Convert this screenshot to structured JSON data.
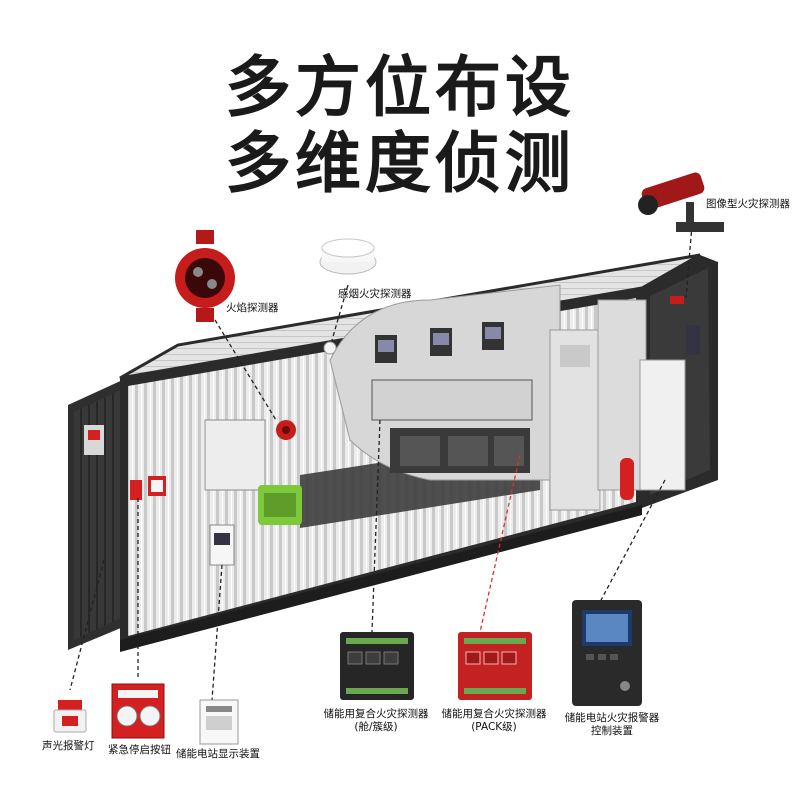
{
  "headline": {
    "line1": "多方位布设",
    "line2": "多维度侦测"
  },
  "labels": {
    "flame_detector": "火焰探测器",
    "smoke_detector": "感烟火灾探测器",
    "image_detector": "图像型火灾探测器",
    "sound_light_alarm": "声光报警灯",
    "emergency_stop": "紧急停启按钮",
    "display_device": "储能电站显示装置",
    "composite_cabin_line1": "储能用复合火灾探测器",
    "composite_cabin_line2": "(舱/簇级)",
    "composite_pack_line1": "储能用复合火灾探测器",
    "composite_pack_line2": "(PACK级)",
    "controller_line1": "储能电站火灾报警器",
    "controller_line2": "控制装置"
  },
  "colors": {
    "headline": "#1a1a1a",
    "alarm_red": "#d42020",
    "container_dark": "#2b2b2b",
    "container_light": "#e9e9e9",
    "battery_green": "#7ec83c",
    "pack_leader": "#e0302a"
  }
}
